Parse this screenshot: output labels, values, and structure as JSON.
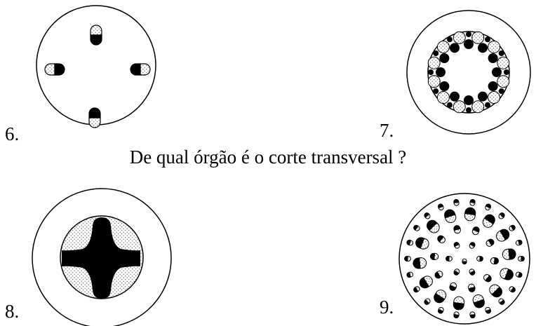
{
  "question": "De qual órgão é o corte transversal ?",
  "diagrams": [
    {
      "label": "6.",
      "icon": "cross-section-four-bundles-icon"
    },
    {
      "label": "7.",
      "icon": "cross-section-ring-bundles-icon"
    },
    {
      "label": "8.",
      "icon": "cross-section-cross-xylem-icon"
    },
    {
      "label": "9.",
      "icon": "cross-section-scattered-bundles-icon"
    }
  ],
  "colors": {
    "ink": "#000000",
    "paper": "#ffffff"
  }
}
